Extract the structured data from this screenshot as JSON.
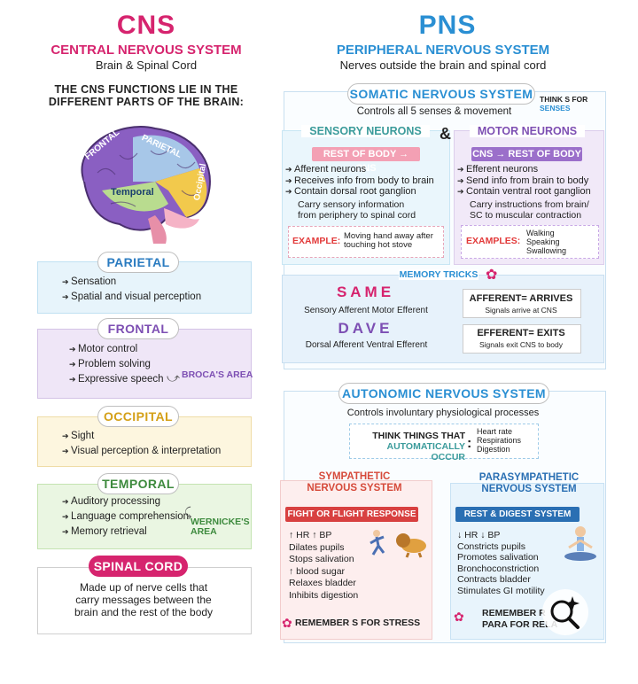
{
  "cns": {
    "title": "CNS",
    "subtitle": "CENTRAL NERVOUS SYSTEM",
    "desc": "Brain & Spinal Cord",
    "functions_line1": "THE CNS FUNCTIONS LIE IN THE",
    "functions_line2": "DIFFERENT PARTS OF THE BRAIN:",
    "brain_labels": {
      "frontal": "FRONTAL",
      "parietal": "PARIETAL",
      "temporal": "Temporal",
      "occipital": "Occipital"
    },
    "parietal": {
      "title": "PARIETAL",
      "items": [
        "Sensation",
        "Spatial and visual perception"
      ]
    },
    "frontal": {
      "title": "FRONTAL",
      "items": [
        "Motor control",
        "Problem solving",
        "Expressive speech"
      ],
      "note": "BROCA'S AREA"
    },
    "occipital": {
      "title": "OCCIPITAL",
      "items": [
        "Sight",
        "Visual perception & interpretation"
      ]
    },
    "temporal": {
      "title": "TEMPORAL",
      "items": [
        "Auditory processing",
        "Language comprehension",
        "Memory retrieval"
      ],
      "note1": "WERNICKE'S",
      "note2": "AREA"
    },
    "spinal": {
      "title": "SPINAL CORD",
      "l1": "Made up of nerve cells that",
      "l2": "carry messages between the",
      "l3": "brain and the rest of the body"
    }
  },
  "pns": {
    "title": "PNS",
    "subtitle": "PERIPHERAL NERVOUS SYSTEM",
    "desc": "Nerves outside the brain and spinal cord",
    "somatic": {
      "title": "SOMATIC NERVOUS SYSTEM",
      "desc": "Controls all 5 senses & movement",
      "think1": "THINK S FOR",
      "think2": "SENSES"
    },
    "amp": "&",
    "sensory": {
      "title": "SENSORY NEURONS",
      "tag": "REST OF BODY → CNS",
      "items": [
        "Afferent neurons",
        "Receives info from body to brain",
        "Contain dorsal root ganglion"
      ],
      "sub1": "Carry sensory information",
      "sub2": "from periphery to spinal cord",
      "example_label": "EXAMPLE:",
      "example1": "Moving hand away after",
      "example2": "touching hot stove"
    },
    "motor": {
      "title": "MOTOR NEURONS",
      "tag": "CNS → REST OF BODY",
      "items": [
        "Efferent neurons",
        "Send info from brain to body",
        "Contain ventral root ganglion"
      ],
      "sub1": "Carry instructions from brain/",
      "sub2": "SC to muscular contraction",
      "example_label": "EXAMPLES:",
      "examples": [
        "Walking",
        "Speaking",
        "Swallowing"
      ]
    },
    "memory": {
      "title": "MEMORY TRICKS",
      "same": "SAME",
      "same_desc": "Sensory Afferent Motor Efferent",
      "dave": "DAVE",
      "dave_desc": "Dorsal Afferent Ventral Efferent",
      "afferent": "AFFERENT= ARRIVES",
      "afferent_desc": "Signals arrive at CNS",
      "efferent": "EFFERENT= EXITS",
      "efferent_desc": "Signals exit CNS to body"
    },
    "autonomic": {
      "title": "AUTONOMIC NERVOUS SYSTEM",
      "desc": "Controls involuntary physiological processes",
      "think1": "THINK THINGS THAT",
      "think2": "AUTOMATICALLY OCCUR",
      "things": [
        "Heart rate",
        "Respirations",
        "Digestion"
      ]
    },
    "sympathetic": {
      "title1": "SYMPATHETIC",
      "title2": "NERVOUS SYSTEM",
      "tag": "FIGHT OR FLIGHT RESPONSE",
      "items": [
        "↑ HR ↑ BP",
        "Dilates pupils",
        "Stops salivation",
        "↑ blood sugar",
        "Relaxes bladder",
        "Inhibits digestion"
      ],
      "remember": "REMEMBER S FOR STRESS"
    },
    "parasympathetic": {
      "title1": "PARASYMPATHETIC",
      "title2": "NERVOUS SYSTEM",
      "tag": "REST & DIGEST SYSTEM",
      "items": [
        "↓ HR ↓ BP",
        "Constricts pupils",
        "Promotes salivation",
        "Bronchoconstriction",
        "Contracts bladder",
        "Stimulates GI motility"
      ],
      "remember1": "REMEMBER R",
      "remember2": "PARA FOR RELA"
    }
  },
  "colors": {
    "cns": "#d6246e",
    "pns": "#2a8fd3",
    "red": "#e23a3a",
    "purple": "#7d4fb3",
    "green": "#3d8a3d"
  }
}
